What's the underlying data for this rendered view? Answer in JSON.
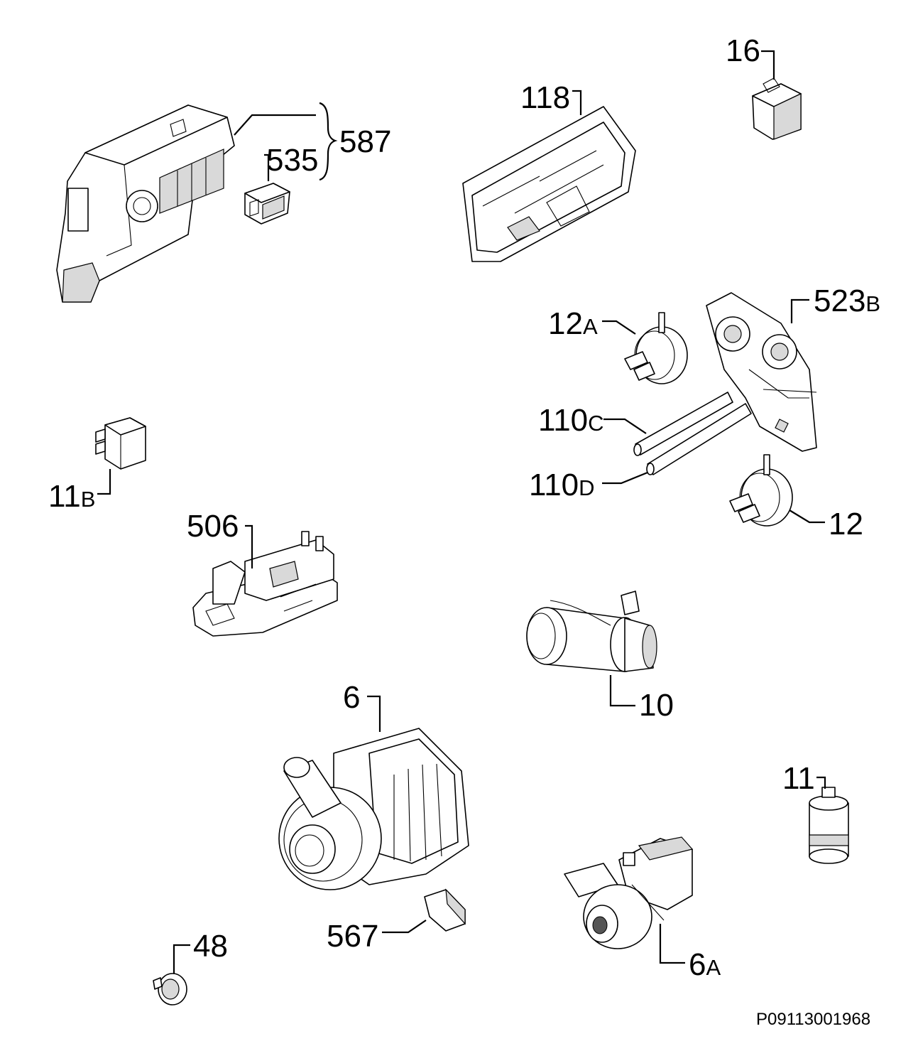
{
  "parts": [
    {
      "id": "587",
      "main": "587",
      "suffix": ""
    },
    {
      "id": "535",
      "main": "535",
      "suffix": ""
    },
    {
      "id": "118",
      "main": "118",
      "suffix": ""
    },
    {
      "id": "16",
      "main": "16",
      "suffix": ""
    },
    {
      "id": "12A",
      "main": "12",
      "suffix": "A"
    },
    {
      "id": "523B",
      "main": "523",
      "suffix": "B"
    },
    {
      "id": "110C",
      "main": "110",
      "suffix": "C"
    },
    {
      "id": "110D",
      "main": "110",
      "suffix": "D"
    },
    {
      "id": "12",
      "main": "12",
      "suffix": ""
    },
    {
      "id": "11B",
      "main": "11",
      "suffix": "B"
    },
    {
      "id": "506",
      "main": "506",
      "suffix": ""
    },
    {
      "id": "10",
      "main": "10",
      "suffix": ""
    },
    {
      "id": "6",
      "main": "6",
      "suffix": ""
    },
    {
      "id": "11",
      "main": "11",
      "suffix": ""
    },
    {
      "id": "567",
      "main": "567",
      "suffix": ""
    },
    {
      "id": "48",
      "main": "48",
      "suffix": ""
    },
    {
      "id": "6A",
      "main": "6",
      "suffix": "A"
    }
  ],
  "drawing_code": "P09113001968"
}
